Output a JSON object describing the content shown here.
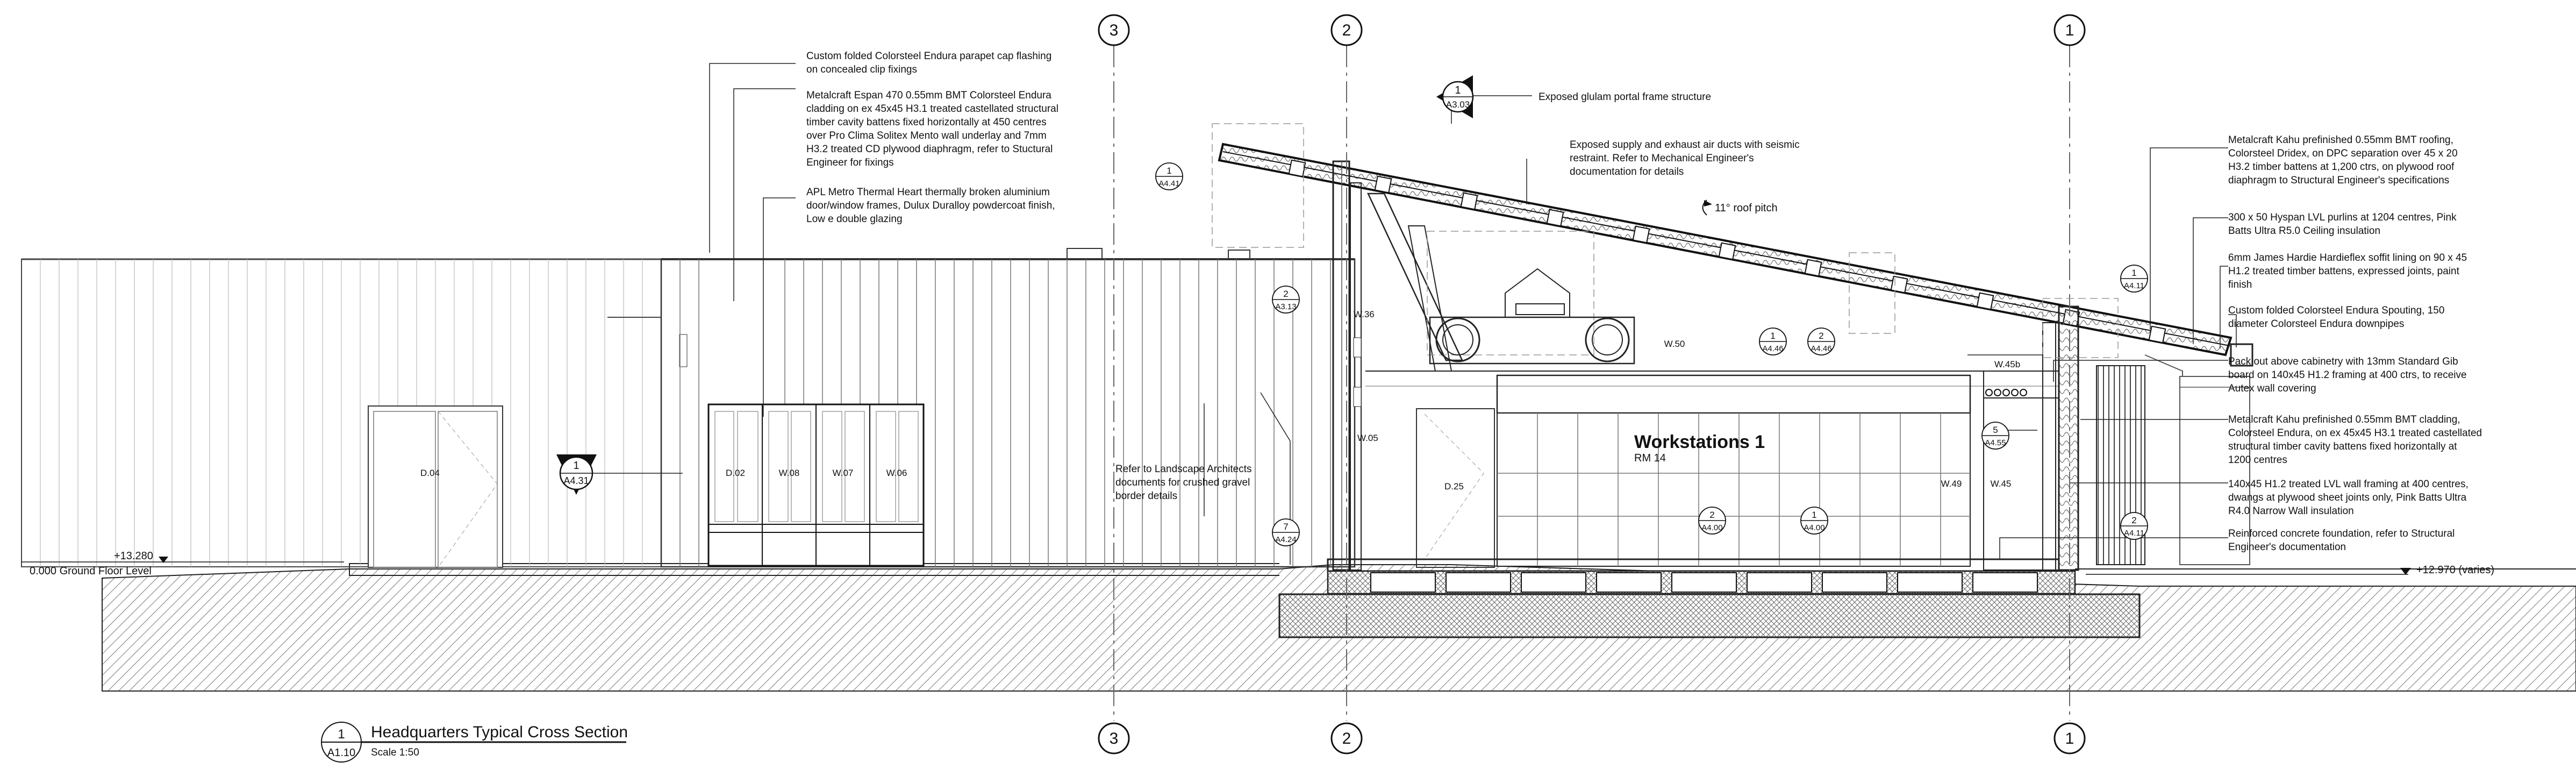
{
  "gridlines": [
    {
      "label": "3"
    },
    {
      "label": "2"
    },
    {
      "label": "1"
    }
  ],
  "title": {
    "number": "1",
    "sheet": "A1.10",
    "name": "Headquarters Typical Cross Section",
    "scale": "Scale 1:50"
  },
  "levels": {
    "ground_rl": "+13.280",
    "ground_name": "0.000 Ground Floor Level",
    "right_rl": "+12.970 (varies)"
  },
  "roof_pitch": "11° roof pitch",
  "room": {
    "name": "Workstations 1",
    "number": "RM 14"
  },
  "tags": {
    "d04": "D.04",
    "d02": "D.02",
    "w08": "W.08",
    "w07": "W.07",
    "w06": "W.06",
    "w36": "W.36",
    "w05": "W.05",
    "d25": "D.25",
    "w50": "W.50",
    "w49": "W.49",
    "w45": "W.45",
    "w45b": "W.45b"
  },
  "callouts": {
    "a441": {
      "num": "1",
      "sheet": "A4.41"
    },
    "a303": {
      "num": "1",
      "sheet": "A3.03"
    },
    "a313": {
      "num": "2",
      "sheet": "A3.13"
    },
    "a431": {
      "num": "1",
      "sheet": "A4.31"
    },
    "a424": {
      "num": "7",
      "sheet": "A4.24"
    },
    "a446a": {
      "num": "1",
      "sheet": "A4.46"
    },
    "a446b": {
      "num": "2",
      "sheet": "A4.46"
    },
    "a400a": {
      "num": "2",
      "sheet": "A4.00"
    },
    "a400b": {
      "num": "1",
      "sheet": "A4.00"
    },
    "a455": {
      "num": "5",
      "sheet": "A4.55"
    },
    "a411a": {
      "num": "1",
      "sheet": "A4.11"
    },
    "a411b": {
      "num": "2",
      "sheet": "A4.11"
    }
  },
  "notes_left": [
    "Custom folded Colorsteel Endura parapet cap flashing\non concealed clip fixings",
    "Metalcraft Espan 470 0.55mm BMT Colorsteel Endura\ncladding on ex 45x45 H3.1 treated castellated structural\ntimber cavity battens fixed horizontally at 450 centres\nover Pro Clima Solitex Mento wall underlay and 7mm\nH3.2 treated CD plywood diaphragm, refer to Stuctural\nEngineer for fixings",
    "APL Metro Thermal Heart thermally broken aluminium\ndoor/window frames, Dulux Duralloy powdercoat finish,\nLow e double glazing"
  ],
  "notes_center": [
    "Exposed glulam portal frame structure",
    "Exposed supply and exhaust air ducts with seismic\nrestraint. Refer to Mechanical Engineer's\ndocumentation for details",
    "Refer to Landscape Architects\ndocuments for crushed gravel\nborder details"
  ],
  "notes_right": [
    "Metalcraft Kahu prefinished 0.55mm BMT roofing,\nColorsteel Dridex, on DPC separation over 45 x 20\nH3.2 timber battens at 1,200 ctrs, on plywood roof\ndiaphragm to Structural Engineer's specifications",
    "300 x 50 Hyspan LVL purlins at 1204 centres, Pink\nBatts Ultra R5.0 Ceiling insulation",
    "6mm James Hardie Hardieflex soffit lining on 90 x 45\nH1.2 treated timber battens, expressed joints, paint\nfinish",
    "Custom folded Colorsteel Endura Spouting, 150\ndiameter Colorsteel Endura downpipes",
    "Pack out above cabinetry with 13mm Standard Gib\nboard on 140x45 H1.2 framing at 400 ctrs, to receive\nAutex wall covering",
    "Metalcraft Kahu prefinished 0.55mm BMT cladding,\nColorsteel Endura, on ex 45x45 H3.1 treated castellated\nstructural timber cavity battens fixed horizontally at\n1200 centres",
    "140x45 H1.2 treated LVL wall framing at 400 centres,\ndwangs at plywood sheet joints only, Pink Batts Ultra\nR4.0 Narrow Wall insulation",
    "Reinforced concrete foundation, refer to Structural\nEngineer's documentation"
  ]
}
